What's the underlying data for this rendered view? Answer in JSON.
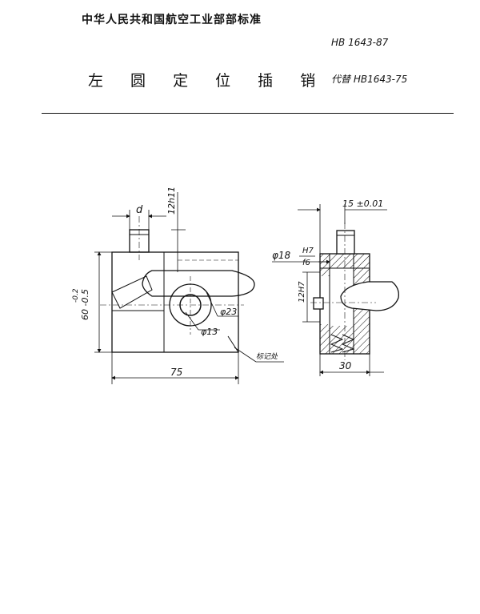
{
  "header": {
    "organization": "中华人民共和国航空工业部部标准",
    "standard_number": "HB 1643-87",
    "title": "左 圆 定 位 插 销",
    "replaces": "代替 HB1643-75"
  },
  "drawing": {
    "dims": {
      "d": "d",
      "shaft_fit": "12h11",
      "height_tol_upper": "-0.2",
      "height_tol_lower": "60 -0.5",
      "width_front": "75",
      "dia_23": "φ23",
      "dia_13": "φ13",
      "mark_location": "标记处",
      "offset": "15 ±0.01",
      "dia_18_label": "φ18",
      "fit_upper": "H7",
      "fit_lower": "f6",
      "hole_fit": "12H7",
      "width_side": "30"
    }
  }
}
